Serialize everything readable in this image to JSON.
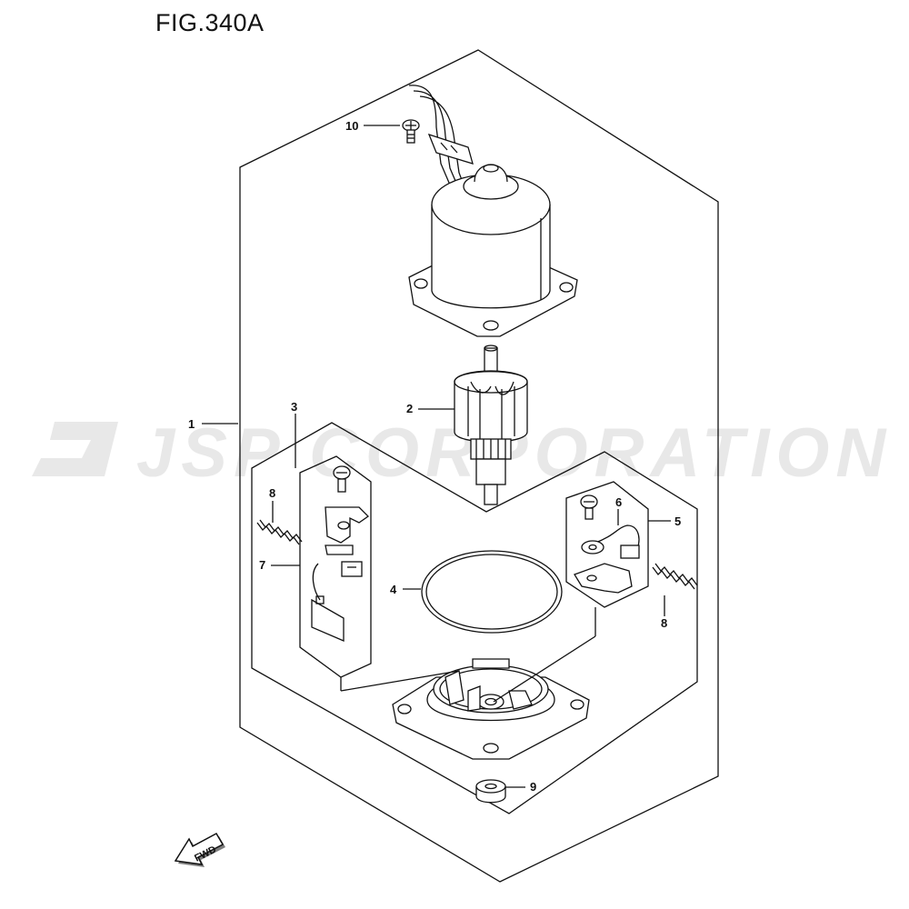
{
  "title": "FIG.340A",
  "watermark": "JSP CORPORATION",
  "fwd_label": "FWD",
  "callouts": {
    "c1": "1",
    "c2": "2",
    "c3": "3",
    "c4": "4",
    "c5": "5",
    "c6": "6",
    "c7": "7",
    "c8a": "8",
    "c8b": "8",
    "c9": "9",
    "c10": "10"
  }
}
